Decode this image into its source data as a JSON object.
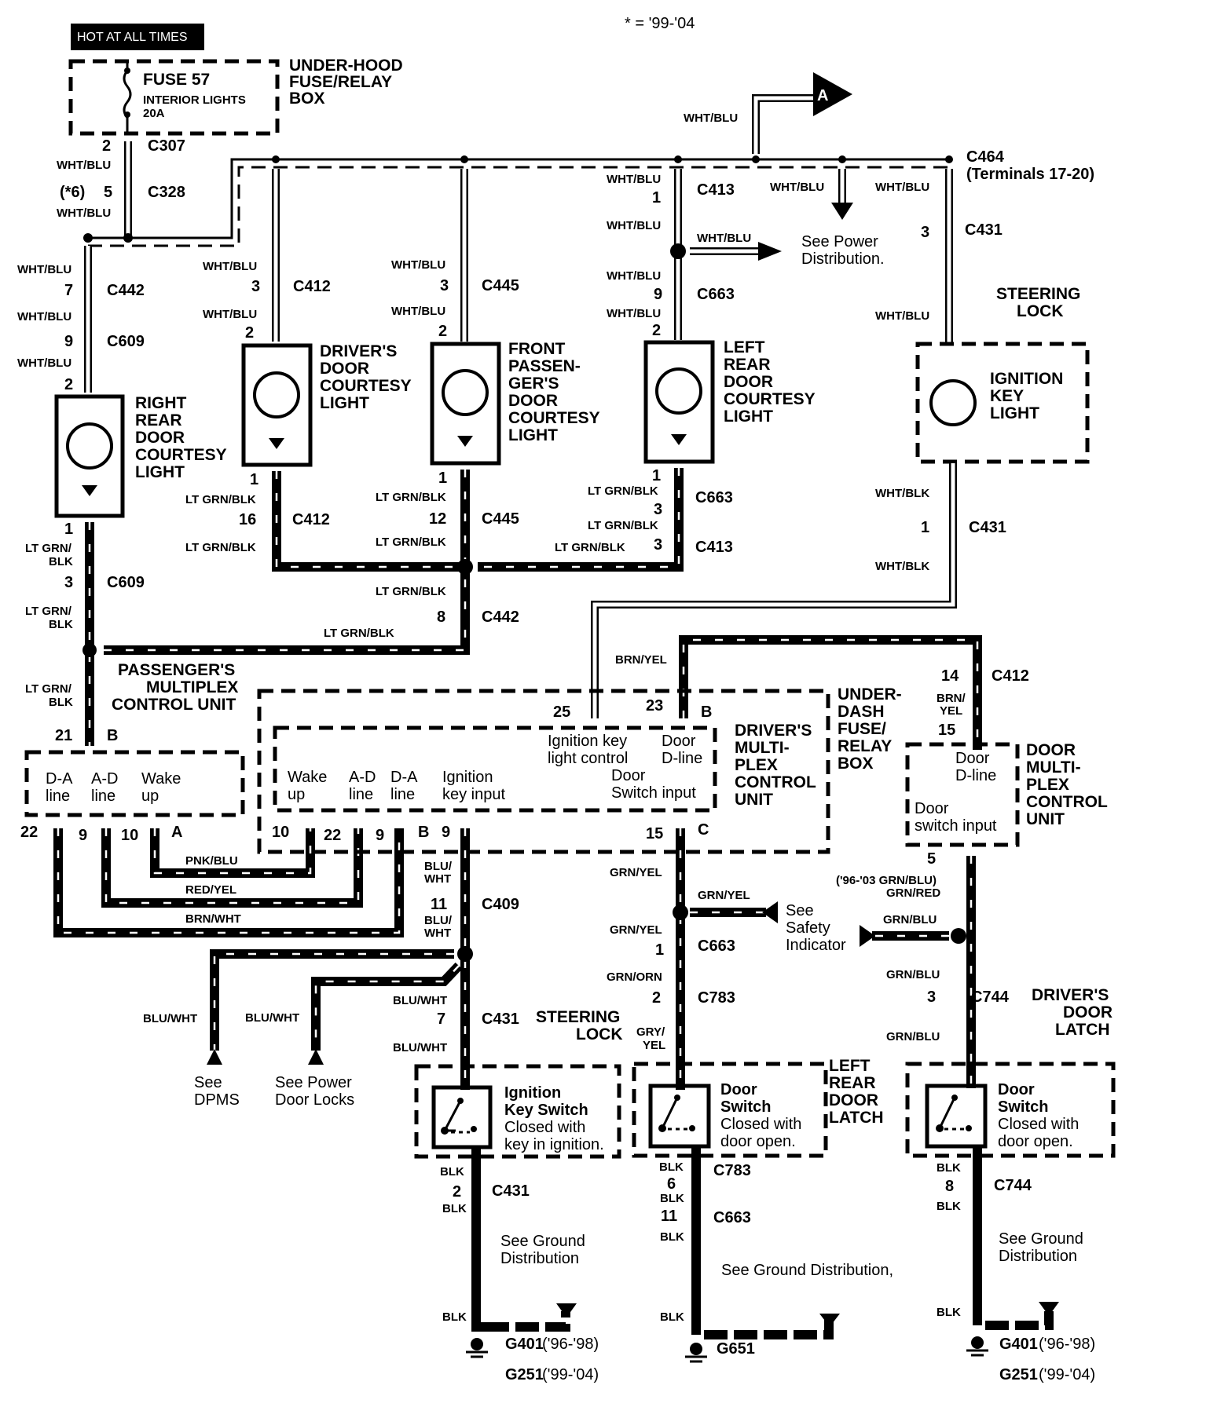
{
  "header": {
    "hot_badge": "HOT AT ALL TIMES",
    "year_note": "* = '99-'04"
  },
  "fuse_box": {
    "fuse": "FUSE 57",
    "desc": "INTERIOR LIGHTS",
    "rating": "20A",
    "title_lines": [
      "UNDER-HOOD",
      "FUSE/RELAY",
      "BOX"
    ]
  },
  "connectors": {
    "c307": "C307",
    "c328": "C328",
    "c442": "C442",
    "c609": "C609",
    "c412": "C412",
    "c445": "C445",
    "c413": "C413",
    "c663": "C663",
    "c464": "C464",
    "c464_note": "(Terminals 17-20)",
    "c431": "C431",
    "c409": "C409",
    "c783": "C783",
    "c744": "C744"
  },
  "pins": {
    "p2": "2",
    "p5": "5",
    "p6note": "(*6)",
    "p7": "7",
    "p9": "9",
    "p3": "3",
    "p1": "1",
    "p16": "16",
    "p12": "12",
    "p8": "8",
    "p21": "21",
    "p22": "22",
    "p10": "10",
    "p25": "25",
    "p23": "23",
    "p14": "14",
    "p15": "15",
    "p11": "11",
    "p6": "6"
  },
  "wire_colors": {
    "wht_blu": "WHT/BLU",
    "wht_blk": "WHT/BLK",
    "lt_grn_blk": "LT GRN/BLK",
    "lt_grn_split_1": "LT GRN/",
    "lt_grn_split_2": "BLK",
    "brn_yel": "BRN/YEL",
    "brn_split_1": "BRN/",
    "brn_split_2": "YEL",
    "pnk_blu": "PNK/BLU",
    "red_yel": "RED/YEL",
    "brn_wht": "BRN/WHT",
    "blu_wht": "BLU/WHT",
    "blu_split_1": "BLU/",
    "blu_split_2": "WHT",
    "grn_yel": "GRN/YEL",
    "grn_orn": "GRN/ORN",
    "gry_split_1": "GRY/",
    "gry_split_2": "YEL",
    "grn_blu": "GRN/BLU",
    "grn_blu_note": "('96-'03 GRN/BLU)",
    "grn_red": "GRN/RED",
    "blk": "BLK"
  },
  "components": {
    "right_rear_light": [
      "RIGHT",
      "REAR",
      "DOOR",
      "COURTESY",
      "LIGHT"
    ],
    "drivers_light": [
      "DRIVER'S",
      "DOOR",
      "COURTESY",
      "LIGHT"
    ],
    "front_pass_light": [
      "FRONT",
      "PASSEN-",
      "GER'S",
      "DOOR",
      "COURTESY",
      "LIGHT"
    ],
    "left_rear_light": [
      "LEFT",
      "REAR",
      "DOOR",
      "COURTESY",
      "LIGHT"
    ],
    "steering_lock_top": [
      "STEERING",
      "LOCK"
    ],
    "ignition_key_light": [
      "IGNITION",
      "KEY",
      "LIGHT"
    ],
    "pass_mpcu": [
      "PASSENGER'S",
      "MULTIPLEX",
      "CONTROL UNIT"
    ],
    "pass_mpcu_pins": [
      [
        "D-A",
        "line"
      ],
      [
        "A-D",
        "line"
      ],
      [
        "Wake",
        "up"
      ]
    ],
    "under_dash": [
      "UNDER-",
      "DASH",
      "FUSE/",
      "RELAY",
      "BOX"
    ],
    "drivers_mpcu": [
      "DRIVER'S",
      "MULTI-",
      "PLEX",
      "CONTROL",
      "UNIT"
    ],
    "drivers_mpcu_pins": {
      "wake": [
        "Wake",
        "up"
      ],
      "ad": [
        "A-D",
        "line"
      ],
      "da": [
        "D-A",
        "line"
      ],
      "ign_input": [
        "Ignition",
        "key input"
      ],
      "ign_light": [
        "Ignition key",
        "light control"
      ],
      "door_dline": [
        "Door",
        "D-line"
      ],
      "door_switch": [
        "Door",
        "Switch input"
      ]
    },
    "door_mpcu": [
      "DOOR",
      "MULTI-",
      "PLEX",
      "CONTROL",
      "UNIT"
    ],
    "door_mpcu_pins": {
      "dline": [
        "Door",
        "D-line"
      ],
      "switch": [
        "Door",
        "switch input"
      ]
    },
    "steering_lock_bottom": [
      "STEERING",
      "LOCK"
    ],
    "ign_switch": [
      "Ignition",
      "Key Switch",
      "Closed with",
      "key in ignition."
    ],
    "door_switch": [
      "Door",
      "Switch",
      "Closed with",
      "door open."
    ],
    "left_rear_latch": [
      "LEFT",
      "REAR",
      "DOOR",
      "LATCH"
    ],
    "drivers_latch": [
      "DRIVER'S",
      "DOOR",
      "LATCH"
    ]
  },
  "references": {
    "arrow_a": "A",
    "power_dist": [
      "See Power",
      "Distribution."
    ],
    "dpms": [
      "See",
      "DPMS"
    ],
    "power_locks": [
      "See Power",
      "Door Locks"
    ],
    "safety": [
      "See",
      "Safety",
      "Indicator"
    ],
    "ground_dist": [
      "See Ground",
      "Distribution"
    ],
    "ground_dist_single": "See Ground Distribution,"
  },
  "grounds": {
    "g401": "G401",
    "g401_years": "('96-'98)",
    "g251": "G251",
    "g251_years": "('99-'04)",
    "g651": "G651"
  },
  "side_letters": {
    "a": "A",
    "b": "B",
    "c": "C"
  }
}
